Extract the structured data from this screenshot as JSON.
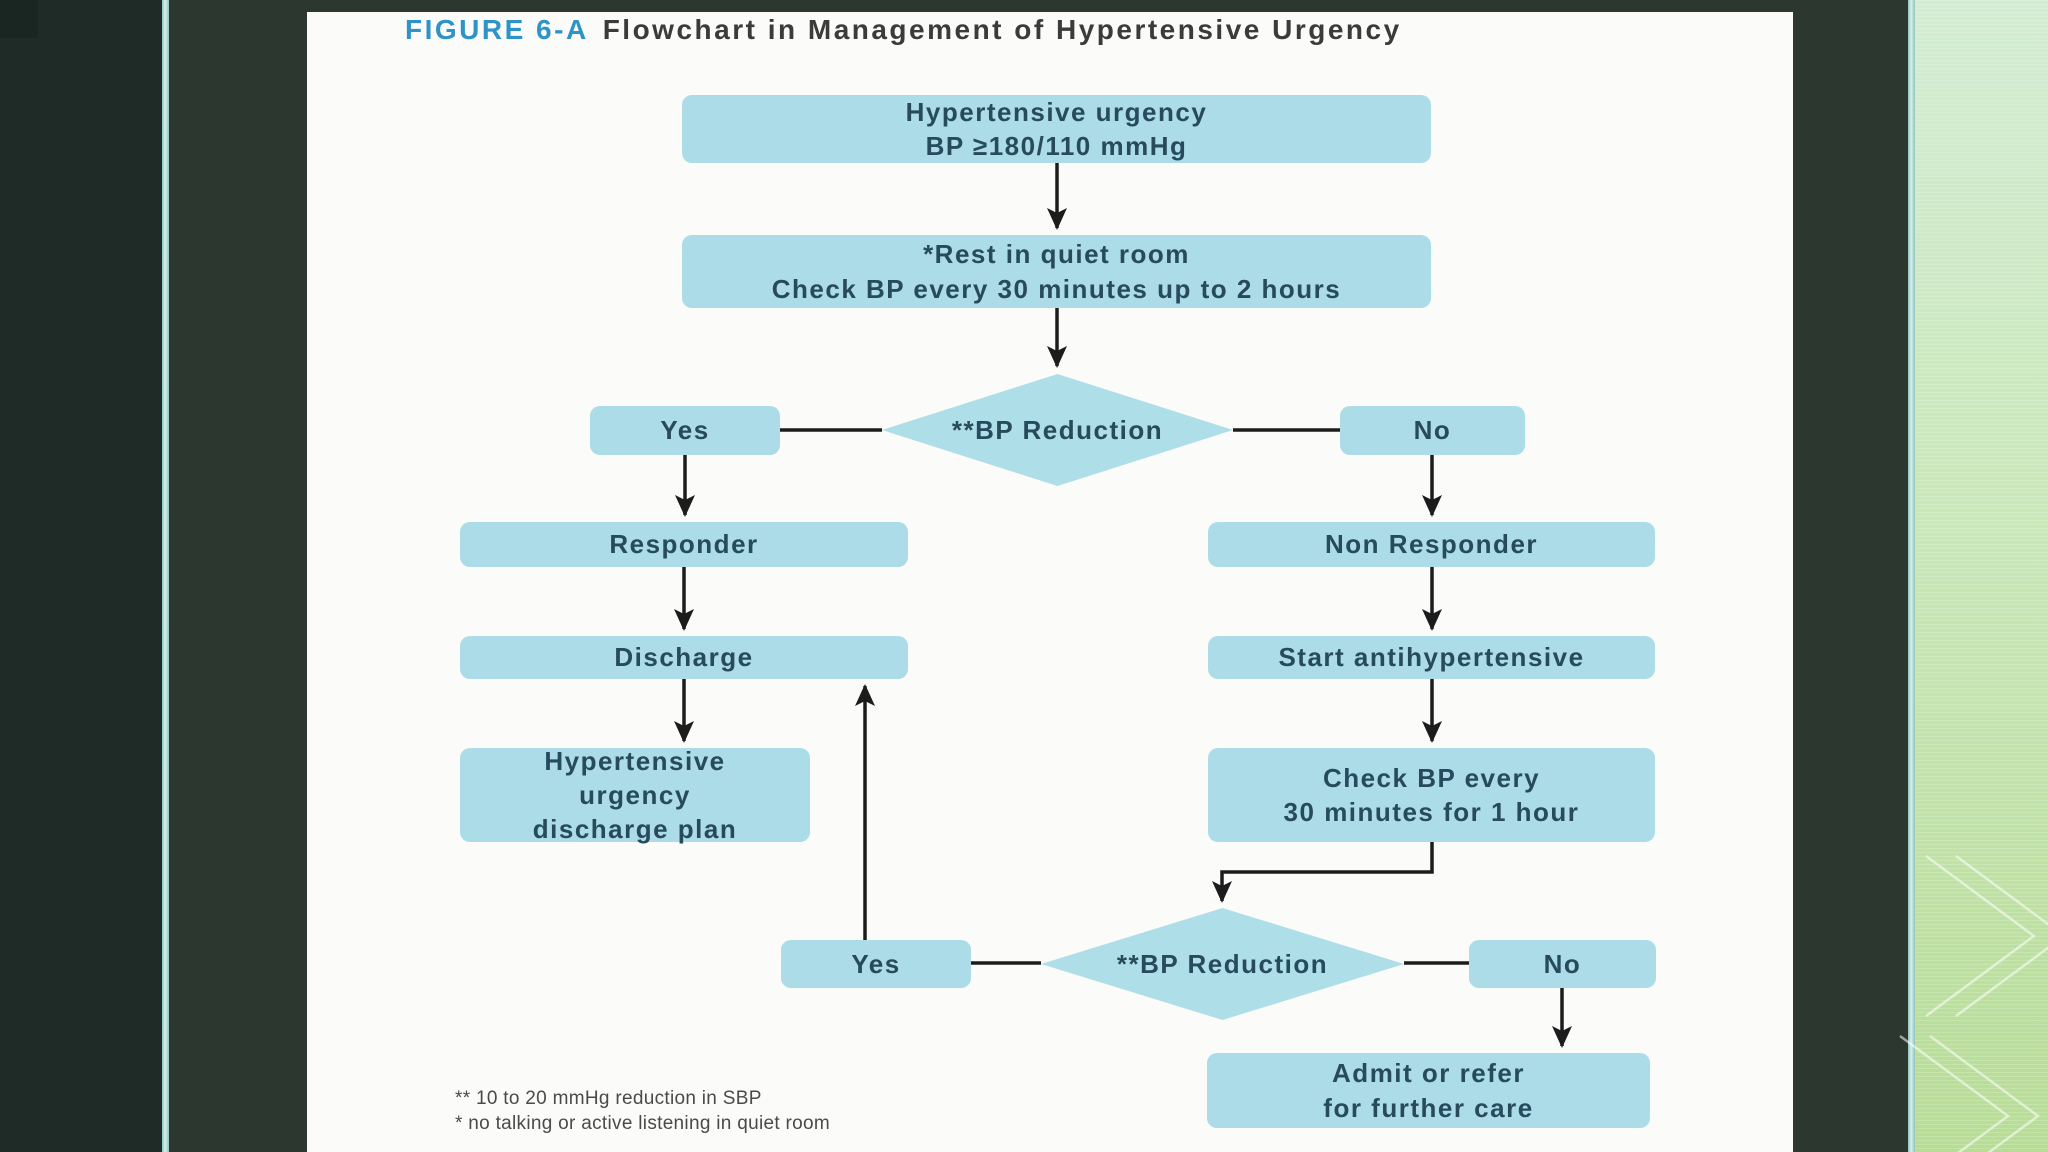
{
  "figure": {
    "label": "FIGURE 6-A",
    "title": "Flowchart in Management of Hypertensive Urgency"
  },
  "flowchart": {
    "nodes": {
      "start": "Hypertensive urgency\nBP ≥180/110 mmHg",
      "rest": "*Rest in quiet room\nCheck BP every 30 minutes up to 2 hours",
      "decision1": "**BP Reduction",
      "yes1": "Yes",
      "no1": "No",
      "responder": "Responder",
      "non_responder": "Non Responder",
      "discharge": "Discharge",
      "start_antihypertensive": "Start antihypertensive",
      "discharge_plan": "Hypertensive\nurgency\ndischarge plan",
      "check_bp": "Check BP every\n30 minutes for 1 hour",
      "decision2": "**BP Reduction",
      "yes2": "Yes",
      "no2": "No",
      "admit": "Admit or refer\nfor further care"
    },
    "footnotes": [
      "** 10 to 20 mmHg reduction in SBP",
      "* no talking or active listening in quiet room"
    ]
  },
  "colors": {
    "node_fill": "#abdce7",
    "node_text": "#274a5c",
    "title_label_blue": "#2d93c8",
    "title_text": "#3b3b3b",
    "connector": "#1c1c1c",
    "panel_bg": "#fbfbfa",
    "bg_dark_green": "#2b372f",
    "bg_left_dark": "#1f2b26",
    "teal_divider": "#a6d6d0",
    "green_band_top": "#d2edd2",
    "green_band_bottom": "#b7dd95"
  }
}
